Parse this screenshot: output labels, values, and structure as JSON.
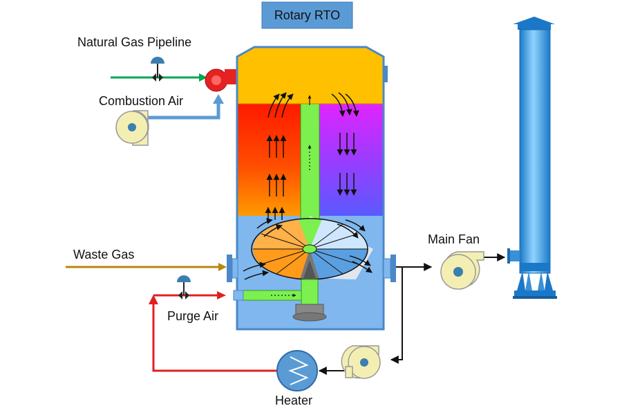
{
  "title": "Rotary RTO",
  "labels": {
    "natural_gas": "Natural Gas Pipeline",
    "combustion_air": "Combustion Air",
    "waste_gas": "Waste Gas",
    "purge_air": "Purge Air",
    "main_fan": "Main Fan",
    "heater": "Heater"
  },
  "colors": {
    "title_box": "#5b9bd5",
    "vessel_top": "#ffc000",
    "hot_zone": "#ff3300",
    "cold_zone": "#aa33ff",
    "lower_chamber": "#7fb7ee",
    "natural_gas_line": "#00a651",
    "combustion_air_line": "#5b9bd5",
    "waste_gas_line": "#b8860b",
    "purge_air_line": "#e02020",
    "stack": "#29a3e6"
  }
}
